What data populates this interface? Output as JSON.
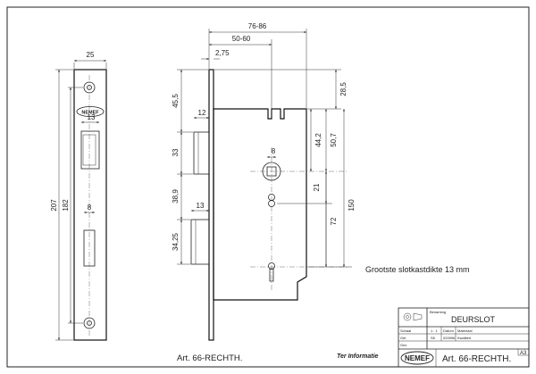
{
  "faceplate": {
    "width": "25",
    "height": "207",
    "hole_spacing": "182",
    "latch_width": "13",
    "bolt_width": "8",
    "logo": "NEMEF"
  },
  "lock_body": {
    "backset_range": "76-86",
    "backset_alt": "50-60",
    "forend": "2,75",
    "top_offset": "28,5",
    "latch_top": "45,5",
    "latch_depth": "12",
    "latch_height": "33",
    "gap": "38,9",
    "bolt_depth": "13",
    "bolt_height": "34,25",
    "spindle": "8",
    "dim_44": "44,2",
    "dim_50": "50,7",
    "dim_21": "21",
    "dim_72": "72",
    "dim_150": "150"
  },
  "note": "Grootste slotkastdikte 13 mm",
  "article": "Art. 66-RECHTH.",
  "info_label": "Ter Informatie",
  "title_block": {
    "benaming_label": "Benaming",
    "name": "DEURSLOT",
    "schaal_label": "Schaal",
    "schaal_value": "1 : 1",
    "datum_label": "Datum",
    "datum_value": "020996",
    "materiaal_label": "Materiaal",
    "get_label": "Get",
    "get_value": "SK",
    "kwaliteit_label": "Kwaliteit",
    "gez_label": "Gez",
    "size": "A3",
    "logo": "NEMEF",
    "article": "Art. 66-RECHTH."
  }
}
